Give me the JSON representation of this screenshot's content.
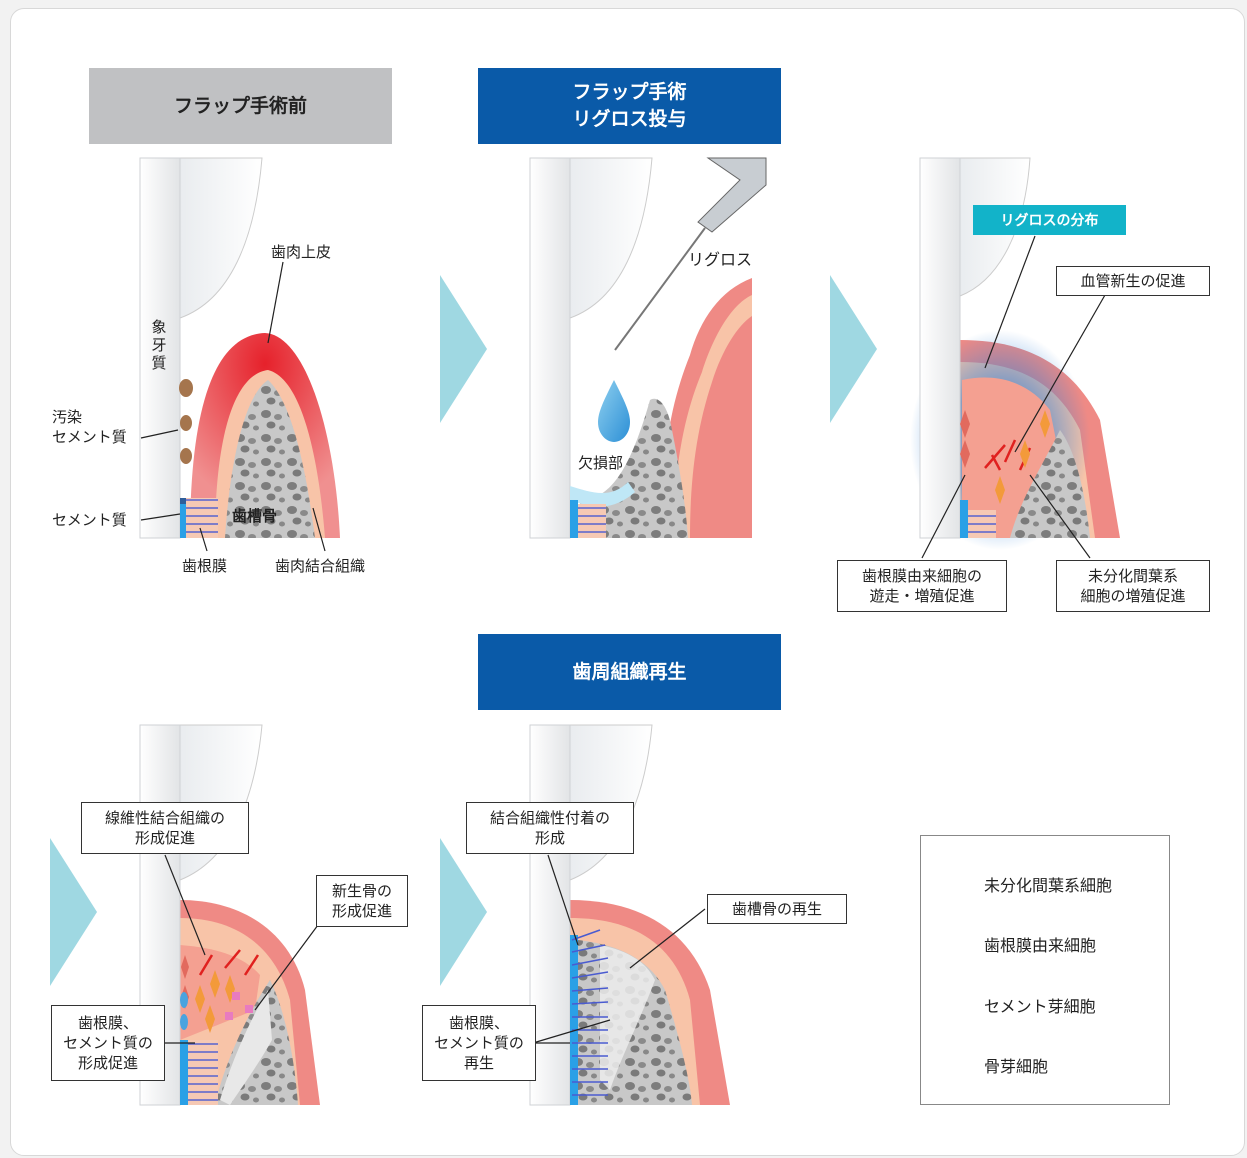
{
  "headers": {
    "before": [
      "フラップ手術前"
    ],
    "during": [
      "フラップ手術",
      "リグロス投与"
    ],
    "regen": [
      "歯周組織再生"
    ]
  },
  "panel1": {
    "dentin_chars": [
      "象",
      "牙",
      "質"
    ],
    "gingival_epithelium": "歯肉上皮",
    "contaminated_cementum": [
      "汚染",
      "セメント質"
    ],
    "cementum": "セメント質",
    "alveolar_bone": "歯槽骨",
    "pdl": "歯根膜",
    "gingival_ct": "歯肉結合組織"
  },
  "panel2": {
    "rigross": "リグロス",
    "defect": "欠損部"
  },
  "panel3": {
    "distribution": "リグロスの分布",
    "angiogenesis": "血管新生の促進",
    "pdl_cells": [
      "歯根膜由来細胞の",
      "遊走・増殖促進"
    ],
    "mesenchymal": [
      "未分化間葉系",
      "細胞の増殖促進"
    ]
  },
  "panel4": {
    "fibrous": [
      "線維性結合組織の",
      "形成促進"
    ],
    "new_bone": [
      "新生骨の",
      "形成促進"
    ],
    "pdl_cementum": [
      "歯根膜、",
      "セメント質の",
      "形成促進"
    ]
  },
  "panel5": {
    "attachment": [
      "結合組織性付着の",
      "形成"
    ],
    "bone_regen": "歯槽骨の再生",
    "pdl_regen": [
      "歯根膜、",
      "セメント質の",
      "再生"
    ]
  },
  "legend": {
    "items": [
      {
        "label": "未分化間葉系細胞",
        "icon": "orange-spindle-cell-icon",
        "color": "#f39a3a"
      },
      {
        "label": "歯根膜由来細胞",
        "icon": "red-spindle-cell-icon",
        "color": "#e26a5e"
      },
      {
        "label": "セメント芽細胞",
        "icon": "blue-oval-cell-icon",
        "color": "#4aa3df"
      },
      {
        "label": "骨芽細胞",
        "icon": "pink-square-cell-icon",
        "color": "#e87bc0"
      }
    ]
  },
  "colors": {
    "header_blue": "#0a5aa8",
    "header_gray": "#c0c1c3",
    "arrow_cyan": "#9fd8e2",
    "gum": "#ef8a85",
    "gum_inner": "#f8c4a8",
    "bone": "#cfcfcf",
    "label_cyan": "#12b3c9"
  }
}
